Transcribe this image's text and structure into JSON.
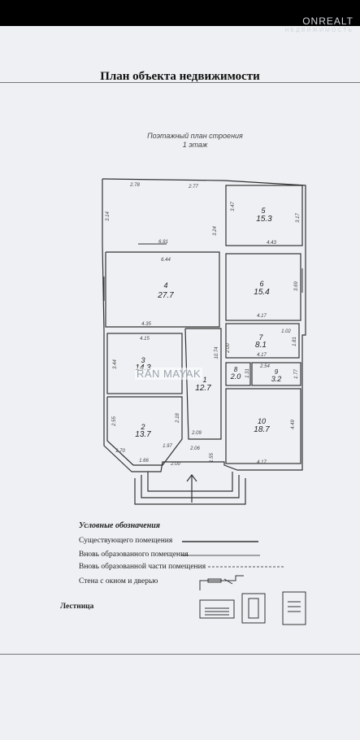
{
  "watermark": {
    "brand": "ONREALT",
    "tagline": "НЕДВИЖИМОСТЬ"
  },
  "header": {
    "title": "План объекта недвижимости"
  },
  "plan": {
    "subtitle_line1": "Поэтажный план строения",
    "subtitle_line2": "1 этаж",
    "stamp": "RAN MAYAK",
    "rooms": [
      {
        "number": "1",
        "area": "12.7"
      },
      {
        "number": "2",
        "area": "13.7"
      },
      {
        "number": "3",
        "area": "14.3"
      },
      {
        "number": "4",
        "area": "27.7"
      },
      {
        "number": "5",
        "area": "15.3"
      },
      {
        "number": "6",
        "area": "15.4"
      },
      {
        "number": "7",
        "area": "8.1"
      },
      {
        "number": "8",
        "area": "2.0"
      },
      {
        "number": "9",
        "area": "3.2"
      },
      {
        "number": "10",
        "area": "18.7"
      }
    ],
    "dimensions": {
      "top_left": "2.78",
      "top_mid": "2.77",
      "left_top": "3.14",
      "r5_left": "3.47",
      "r5_inner": "3.24",
      "r5_right": "3.17",
      "r5_bottom": "4.43",
      "r4_top": "6.91",
      "r4_top2": "6.44",
      "r4_bottom": "4.35",
      "r6_right": "3.69",
      "r6_bottom": "4.17",
      "r7_top": "1.02",
      "r7_right": "1.81",
      "r7_bottom": "4.17",
      "r3_top": "4.15",
      "r3_left": "3.44",
      "corr_a": "10.74",
      "corr_b": "2.00",
      "r8_right": "1.31",
      "r9_top": "2.54",
      "r9_right": "1.77",
      "r2_left": "2.55",
      "r2_right": "2.18",
      "r2_diag_l": "1.70",
      "r2_bottom": "1.66",
      "r2_diag_r": "1.97",
      "r2_slope": "2.00",
      "r1_bottom": "2.09",
      "r1_b2": "2.06",
      "entry": "1.55",
      "r10_right": "4.49",
      "r10_bottom": "4.17"
    }
  },
  "legend": {
    "title": "Условные обозначения",
    "items": [
      "Существующего помещения",
      "Вновь образованного помещения",
      "Вновь образованной части помещения",
      "Стена с окном и дверью"
    ],
    "stairs": "Лестница"
  }
}
